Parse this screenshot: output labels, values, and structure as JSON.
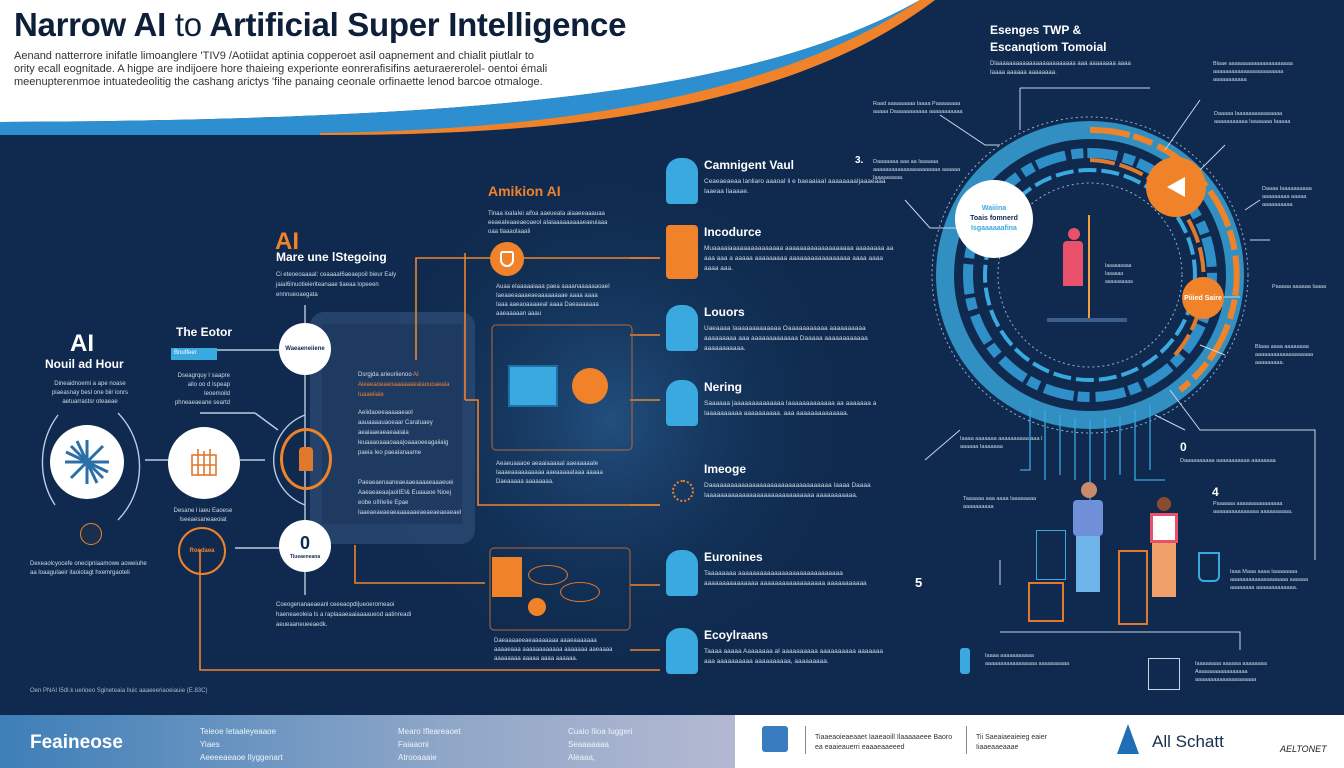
{
  "header": {
    "title_bold_1": "Narrow AI",
    "title_thin": "to",
    "title_bold_2": "Artificial Super Intelligence",
    "intro": "Aenand natterrore inifatle limoanglere 'TIV9 /Aotiidat aptinia copperoet asil oapnement and chialit piutlalr to ority ecall eognitade. A higpe are indijoere hore thaieing experionte eonrerafisifins aeturaererolel- oentoi émali meenupterenmoe intuatedeolitig the cashang arictys 'fihe panaing ceonale orfinaette lenod barcoe otmaloge."
  },
  "colors": {
    "navy": "#0f2a4e",
    "orange": "#f0832a",
    "cyan": "#3aa9e0",
    "coral": "#e9506a"
  },
  "left": {
    "ai_big": "AI",
    "ai_sub": "Nouil ad Hour",
    "ai_text": "Dineaidnoemi a ape noase piaeasnay besl one biir ionrs aetuarrastsr oteaeae",
    "bottom_text": "Dexeaolcyocefe onecipniaamowe aoweiuhe aa loaagulaeir itaoiotagt hxemrgaoteli",
    "editor_title": "The Eotor",
    "editor_badge": "Bnutfeer",
    "editor_text": "Dseagrquy I saapre ailo oo d Ispeap Ieoemoild phneaeaeane seartd",
    "circle_caption": "Desane l iaeu Eaoese Iseeaesaneaeoiat",
    "orange_circle_label": "Roedaea",
    "stage_ai": "AI",
    "stage_title": "Mare une lStegoing",
    "stage_text": "Ci eteoeoaaaaI: ceaaaaI6aeaepoiI bieur Ealy jaiaI6inuotieieriteanaae tiaeaa lopeeen ennnueoaegata",
    "circle_top_label": "Waeaeneiiene",
    "circle_zero_num": "0",
    "circle_zero_label": "Tlueaeneana",
    "bottom_center_text": "Coeogenanaeaeanl ceeeaopdi|ueoeromeaoi haeneaeoleia Is a raplaaaeaaiaaaaueod aatinreadi aeueaaneueeaedk."
  },
  "panel": {
    "line1_white": "Dsrgjda arieuriienoo",
    "line1_orange_ai": "AI",
    "line1_orange": "Aieaeaoeaeoaaaaaaeaiaouoaeaia Iuaaeiiaie",
    "para2": "Aeiidaoeeaaaaaeaol aauaaaauaoeaar Caratuaey aeaiaaeaeaeaaiaia leuaaaoaaaoaaa|oaaaoeeagaiiaig paeia Ieo paeaIanaame",
    "para3": "Paeaeaenaaneaeaaeaaaaeaaaeuei Aaeaeaeaa|aoIIEI& Euaaaoe Nioej eobe oIIIIeIie Epae Iaaeaeaeaeaeaaaaaaeaeaeaeaeaeael"
  },
  "center": {
    "title": "Amikion AI",
    "top_text": "Tinaa ioaIaIei aifoa aaeueaIa aiaaeeaaauaa eeaeaIeaaeaeoaeoI aIaiaaaaaaaaaeaeuiaaa oaa tlaaaolaaaIi",
    "mid_text": "Auaa eIaaaaaiaaa paea aaaanaaaaaaoaeI Iaeaaeaaaaeaeaaaaaaaae aaaa aaaa Iaaa aaeaoaaaaeaI aaaa Daeaaaaaaa aaeaaaaan aaau",
    "below_box_text": "Aeaeuaaaoe aeaaiaaaaaI aaeaaaaaIe Iaaaeaaaaaaaaaa aaeaaaaaIaaa aaaaa Daeaaaaa aaaaaaaa.",
    "bottom_text": "Daeaaaaeeaeaaaaaaaa aaaeaaaaaaa aaaaeaaa aaaaaaaaaaaa aaaaaaa aaeaaaa aaaaaaaa aaaaa aaaa aaaaaa."
  },
  "steps": [
    {
      "title": "Camnigent Vaul",
      "text": "Ceaeaeaeaa lanliaro aaaoaI li e baeaaiaaI aaaaaaaaIjaaaeaaa Iaaeaa Iiaaaae.",
      "icon": "person-icon"
    },
    {
      "title": "Incodurce",
      "text": "Muaaaaiaaaaaaaaaaaaaaa aaaaaaaaaaaaaaaaaaa aaaaaaaa aa aaa aaa a aaaaa aaaaaaaaa aaaaaaaaaaaaaaaaa aaaa aaaa aaaa aaa.",
      "icon": "phone-icon"
    },
    {
      "title": "Louors",
      "text": "Uaeaaaa Iaaaaaaaaaaaaa Oaaaaaaaaaaa aaaaaaaaaa aaaaaaaaa aaa aaaaaaaaaaaaa Daaaaa aaaaaaaaaaaa aaaaaaaaaaa.",
      "icon": "person-icon"
    },
    {
      "title": "Nering",
      "text": "Saaaaaa |aaaaaaaaaaaaaa Iaaaaaaaaaaaaa aa aaaaaaa a Iaaaaaaaaaa aaaaaaaaaa. aaa aaaaaaaaaaaaaa.",
      "icon": "person-icon"
    },
    {
      "title": "Imeoge",
      "text": "Daaaaaaaaaaaaaaaaaaaaaaaaaaaaaaaaaa Iaaaa Daaaa Iaaaaaaaaaaaaaaaaaaaaaaaaaaaaaa aaaaaaaaaaa.",
      "icon": "sparkle-icon"
    },
    {
      "title": "Euronines",
      "text": "Taaaaaaaa aaaaaaaaaaaaaaaaaaaaaaaaaaaaa aaaaaaaaaaaaaaa aaaaaaaaaaaaaaaaaa aaaaaaaaaaa",
      "icon": "person-icon"
    },
    {
      "title": "Ecoylraans",
      "text": "Taaaa aaaaa Aaaaaaaa aI aaaaaaaaaa aaaaaaaaaa aaaaaaa aaa aaaaaaaaaa aaaaaaaaaa, aaaaaaaaa.",
      "icon": "person-icon"
    }
  ],
  "right": {
    "title": "Esenges TWP & Escanqtiom Tomoial",
    "subtitle": "Dlaaaaaaaaaaaaaaaaaaaaaaaa aaa aaaaaaaa aaaa Iaaaa aaaaaa aaaaaaaa.",
    "ring_label_top": "Waiiina",
    "ring_label_mid": "Toais fomnerd",
    "ring_label_bot": "Isgaaaaaafina",
    "orange_label": "Piiied Saire",
    "center_text": "Iaaaaaaaaa Iaaaaaa aaaaaaaaaa",
    "notes": [
      "Blaae aaaaaaaaaaaaaaaaaaaaa aaaaaaaaaaaaaaaaaaaaaaa aaaaaaaaaaa",
      "Raad aaaaaaaaa Iaaaa Paaaaaaaa aaaaa Daaaaaaaaaaa aaaaaaaaaaa",
      "Daaaaaaa aaa aa Iaaaaaa aaaaaaaaaaaaaaaaaaaaaa aaaaaa Iaaaaaaaaa.",
      "Daaaaa Iaaaaaaaaaaaaaaa aaaaaaaaaaa Iaaaaaaa Iaaaaa",
      "Daaaa Iaaaaaaaaaa aaaaaaaaa aaaaa aaaaaaaaaa",
      "Paaaaa aaaaaa Iaaaa",
      "Blaaa aaaa aaaaaaaa aaaaaaaaaaaaaaaaaaa aaaaaaaaa.",
      "Iaaaa aaaaaaa aaaaaaaaaa aaa I aaaaaa Iaaaaaaa",
      "Daaaaaaaaaa aaaaaaaaaaa aaaaaaaa",
      "Paaaaaa aaaaaaaaaaaaaaa aaaaaaaaaaaaaaa aaaaaaaaaa.",
      "Iaaa Maaa aaaa Iaaaaaaaa aaaaaaaaaaaaaaaaaaa aaaaaa aaaaaaaa aaaaaaaaaaaaa.",
      "Taaaaaa aaa aaaa Iaaaaaaaa aaaaaaaaaa",
      "Iaaaa aaaaaaaaaaa aaaaaaaaaaaaaaaaa aaaaaaaaaa",
      "Iaaaaaaaa aaaaaa aaaaaaaa Aaaaaaaaaaaaaaaaa aaaaaaaaaaaaaaaaaaaa"
    ],
    "num_0": "0",
    "num_4": "4",
    "num_5": "5",
    "num_3": "3."
  },
  "source_line": "Oen PNAI I5dI.k uerioeo Sgineteaia Iluic aaaeeeriaoeiauie (E.83C)",
  "footer": {
    "brand": "Feaineose",
    "col1": [
      "Teieoe Ietaaleyeaaoe",
      "Yiaes",
      "Aeeeeaeaoe Ilyggenart"
    ],
    "col2": [
      "Mearo Ifleareaoet",
      "Faiaaoni",
      "Atrooaaaie"
    ],
    "col3": [
      "Cuaio Ilioa Iuggeri",
      "Seaaaaaaa",
      "Aleaaa,"
    ],
    "blurb1": "Tiaaeaoieaeaaet Iaaeaoill Ilaaaaaeee Baoro ea eaaieauerri eaaaeaaeeed",
    "blurb2": "Tii Saeaiaeaieieg eaier Iiaaeaaeaaae",
    "logo_text": "All Schatt",
    "small_logo": "AELTONET"
  }
}
